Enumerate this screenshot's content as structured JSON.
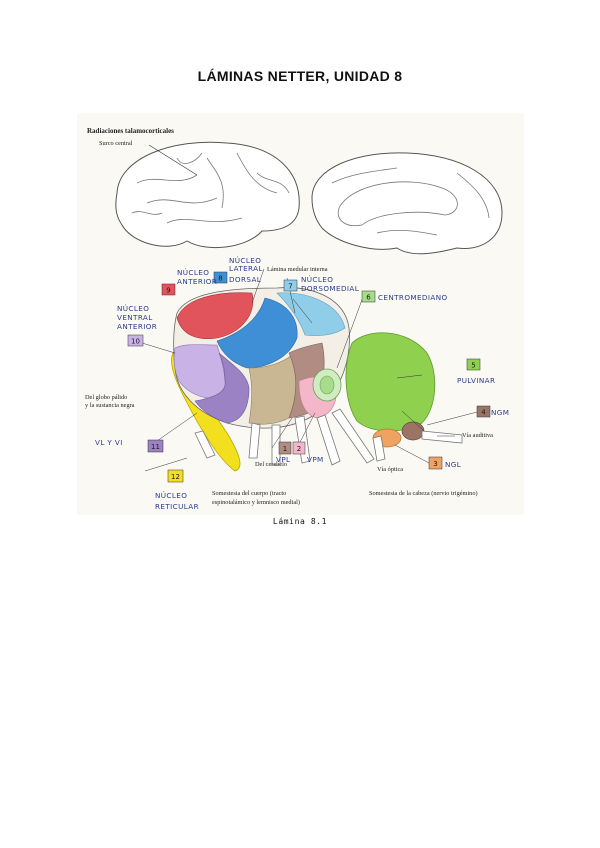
{
  "header": {
    "title": "LÁMINAS NETTER, UNIDAD 8"
  },
  "figure": {
    "printed_labels": {
      "radiaciones": "Radiaciones talamocorticales",
      "surco_central": "Surco central",
      "lamina_medular": "Lámina medular interna",
      "globo_palido_1": "Del globo pálido",
      "globo_palido_2": "y la sustancia negra",
      "cerebelo": "Del cerebelo",
      "somestesia_cuerpo_1": "Somestesia del cuerpo (tracto",
      "somestesia_cuerpo_2": "espinotalámico y lemnisco medial)",
      "somestesia_cabeza": "Somestesia de la cabeza (nervio trigémino)",
      "via_optica": "Vía óptica",
      "via_auditiva": "Vía auditiva"
    },
    "handwritten_labels": {
      "nucleo_anterior_1": "NÚCLEO",
      "nucleo_anterior_2": "ANTERIOR",
      "nucleo_lateral_1": "NÚCLEO",
      "nucleo_lateral_2": "LATERAL",
      "nucleo_lateral_3": "DORSAL",
      "nucleo_dorsomedial_1": "NÚCLEO",
      "nucleo_dorsomedial_2": "DORSOMEDIAL",
      "centromediano": "CENTROMEDIANO",
      "ventral_anterior_1": "NÚCLEO",
      "ventral_anterior_2": "VENTRAL",
      "ventral_anterior_3": "ANTERIOR",
      "vl_vi": "VL Y VI",
      "reticular_1": "NÚCLEO",
      "reticular_2": "RETICULAR",
      "pulvinar": "PULVINAR",
      "ngm": "NGM",
      "ngl": "NGL",
      "vpl": "VPL",
      "vpm": "VPM"
    },
    "number_boxes": {
      "anterior": "9",
      "lateral_dorsal": "8",
      "dorsomedial": "7",
      "centromediano": "6",
      "ventral_anterior": "10",
      "vl_vi": "11",
      "reticular": "12",
      "pulvinar": "5",
      "ngm": "4",
      "ngl": "3",
      "vpm": "2",
      "vpl": "1"
    },
    "colors": {
      "anterior": "#e2545c",
      "lateral_dorsal": "#3f8fd6",
      "dorsomedial": "#8fcde8",
      "centromediano": "#a7dc8a",
      "ventral_anterior": "#b39ad6",
      "vl_vi": "#9a82c4",
      "reticular": "#f2e01e",
      "pulvinar": "#8fd14f",
      "ngm": "#9a7566",
      "ngl": "#f0a261",
      "vpm": "#f3b7c9",
      "vpl": "#b08c82",
      "tan_band": "#c9b793"
    }
  },
  "caption": {
    "text": "Lámina 8.1"
  }
}
